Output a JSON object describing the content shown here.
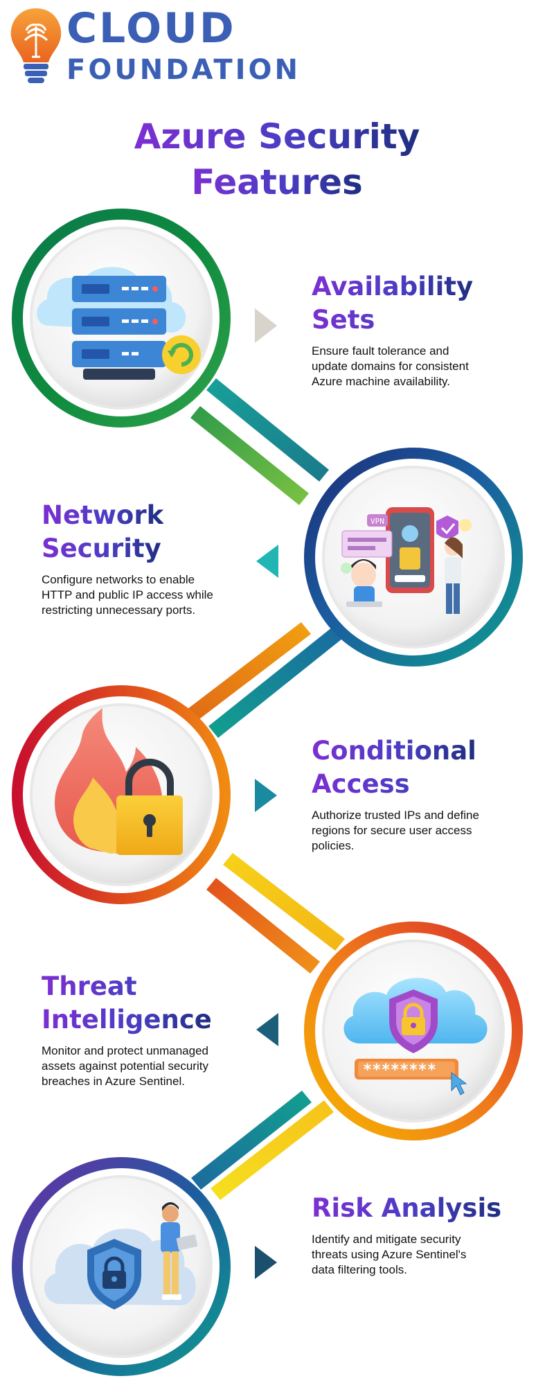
{
  "brand": {
    "line1": "CLOUD",
    "line2": "FOUNDATION"
  },
  "title": {
    "line1": "Azure Security",
    "line2": "Features"
  },
  "features": [
    {
      "title_line1": "Availability",
      "title_line2": "Sets",
      "description": "Ensure fault tolerance and update domains for consistent Azure machine availability.",
      "icon": "server-rack-icon"
    },
    {
      "title_line1": "Network",
      "title_line2": "Security",
      "description": "Configure networks to enable HTTP and public IP access while restricting unnecessary ports.",
      "icon": "network-security-icon"
    },
    {
      "title_line1": "Conditional",
      "title_line2": "Access",
      "description": "Authorize trusted IPs and define regions for secure user access policies.",
      "icon": "flame-lock-icon"
    },
    {
      "title_line1": "Threat",
      "title_line2": "Intelligence",
      "description": "Monitor and protect unmanaged assets against potential security breaches in Azure Sentinel.",
      "icon": "cloud-shield-password-icon"
    },
    {
      "title_line1": "Risk Analysis",
      "title_line2": "",
      "description": "Identify and mitigate security threats using Azure Sentinel's data filtering tools.",
      "icon": "cloud-shield-person-icon"
    }
  ],
  "password_mask": "********",
  "vpn_label": "VPN"
}
